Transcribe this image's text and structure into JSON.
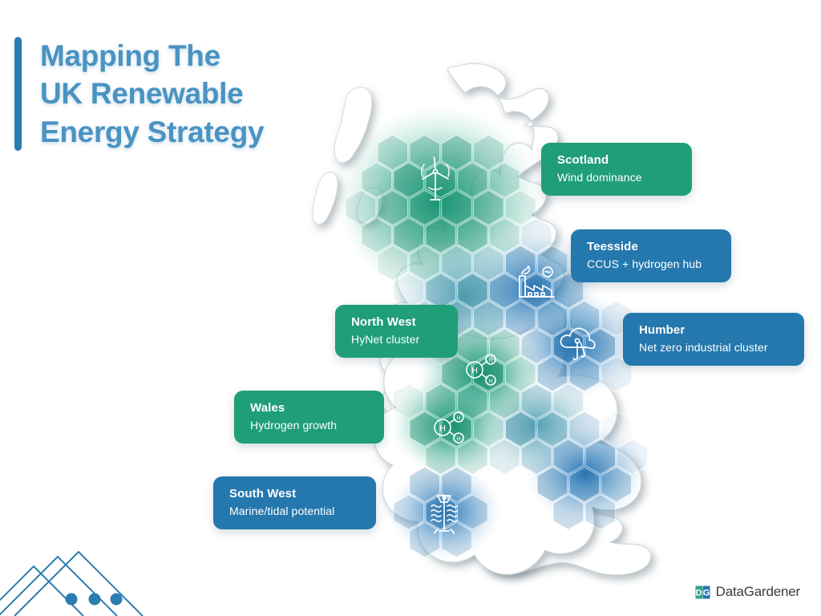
{
  "title": {
    "line1": "Mapping The",
    "line2": "UK Renewable",
    "line3": "Energy Strategy",
    "color": "#4a93c2",
    "accent_bar_color": "#2b7cb0"
  },
  "colors": {
    "green": "#1f9e78",
    "blue": "#2478ad",
    "title_blue": "#4a93c2",
    "map_fill": "#ffffff",
    "background": "#ffffff"
  },
  "regions": [
    {
      "id": "scotland",
      "title": "Scotland",
      "subtitle": "Wind dominance",
      "card_color": "#1f9e78",
      "theme": "green",
      "icon": "wind-turbine-icon"
    },
    {
      "id": "teesside",
      "title": "Teesside",
      "subtitle": "CCUS + hydrogen hub",
      "card_color": "#2478ad",
      "theme": "blue",
      "icon": "factory-icon"
    },
    {
      "id": "north-west",
      "title": "North West",
      "subtitle": "HyNet cluster",
      "card_color": "#1f9e78",
      "theme": "green",
      "icon": "hydrogen-molecule-icon"
    },
    {
      "id": "humber",
      "title": "Humber",
      "subtitle": "Net zero industrial cluster",
      "card_color": "#2478ad",
      "theme": "blue",
      "icon": "carbon-capture-cloud-icon"
    },
    {
      "id": "wales",
      "title": "Wales",
      "subtitle": "Hydrogen growth",
      "card_color": "#1f9e78",
      "theme": "green",
      "icon": "hydrogen-molecule-icon"
    },
    {
      "id": "south-west",
      "title": "South West",
      "subtitle": "Marine/tidal potential",
      "card_color": "#2478ad",
      "theme": "blue",
      "icon": "tidal-turbine-icon"
    }
  ],
  "footer": {
    "brand": "DataGardener",
    "mark_label": "DG",
    "mark_colors": {
      "left": "#2aa87f",
      "right": "#2478ad"
    }
  },
  "decoration": {
    "chevron_color": "#2b7cb0",
    "dot_count": 3
  }
}
